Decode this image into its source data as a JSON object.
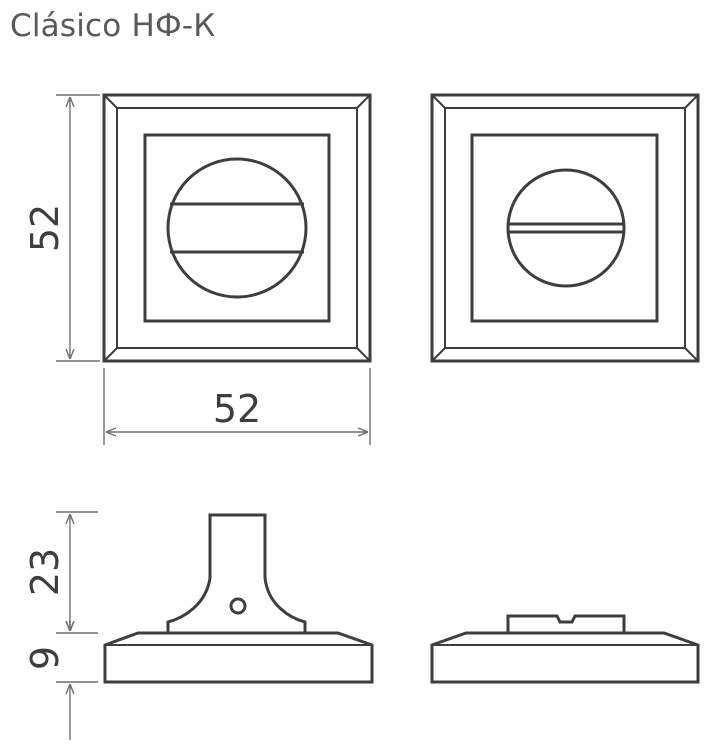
{
  "title": "Clásico НФ-К",
  "dimensions": {
    "front_height": "52",
    "front_width": "52",
    "side_spindle_height": "23",
    "side_base_height": "9"
  },
  "colors": {
    "line": "#3e3e40",
    "dimension_line": "#6d6e71",
    "title_text": "#58595b",
    "background": "#ffffff"
  }
}
